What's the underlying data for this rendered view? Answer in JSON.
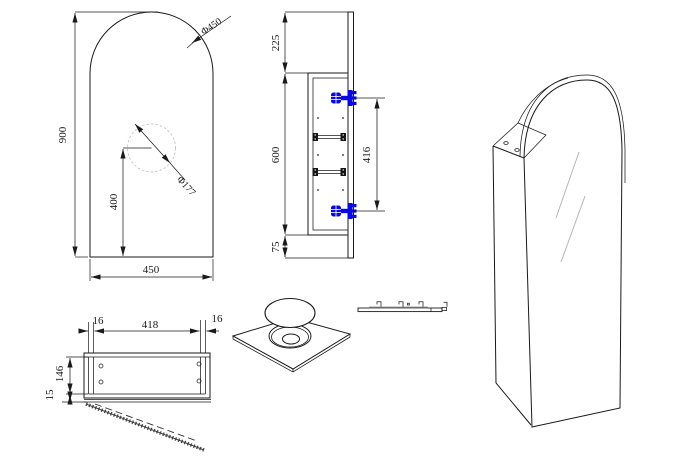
{
  "meta": {
    "background": "#ffffff",
    "line_color": "#1a1a1a",
    "hinge_color": "#0a0ae0",
    "faint_color": "#c4c4c4"
  },
  "views": {
    "front": {
      "height": "900",
      "width": "450",
      "hole_center_height": "400",
      "arch_diameter": "Φ450",
      "cutout_diameter": "Φ177"
    },
    "side_section": {
      "door_top_overhang": "225",
      "carcass_height": "600",
      "door_bottom_overhang": "75",
      "hinge_spacing": "416"
    },
    "plan_section": {
      "left_panel_thickness": "16",
      "internal_width": "418",
      "right_panel_thickness": "16",
      "carcass_depth": "146",
      "door_thickness": "15"
    }
  }
}
